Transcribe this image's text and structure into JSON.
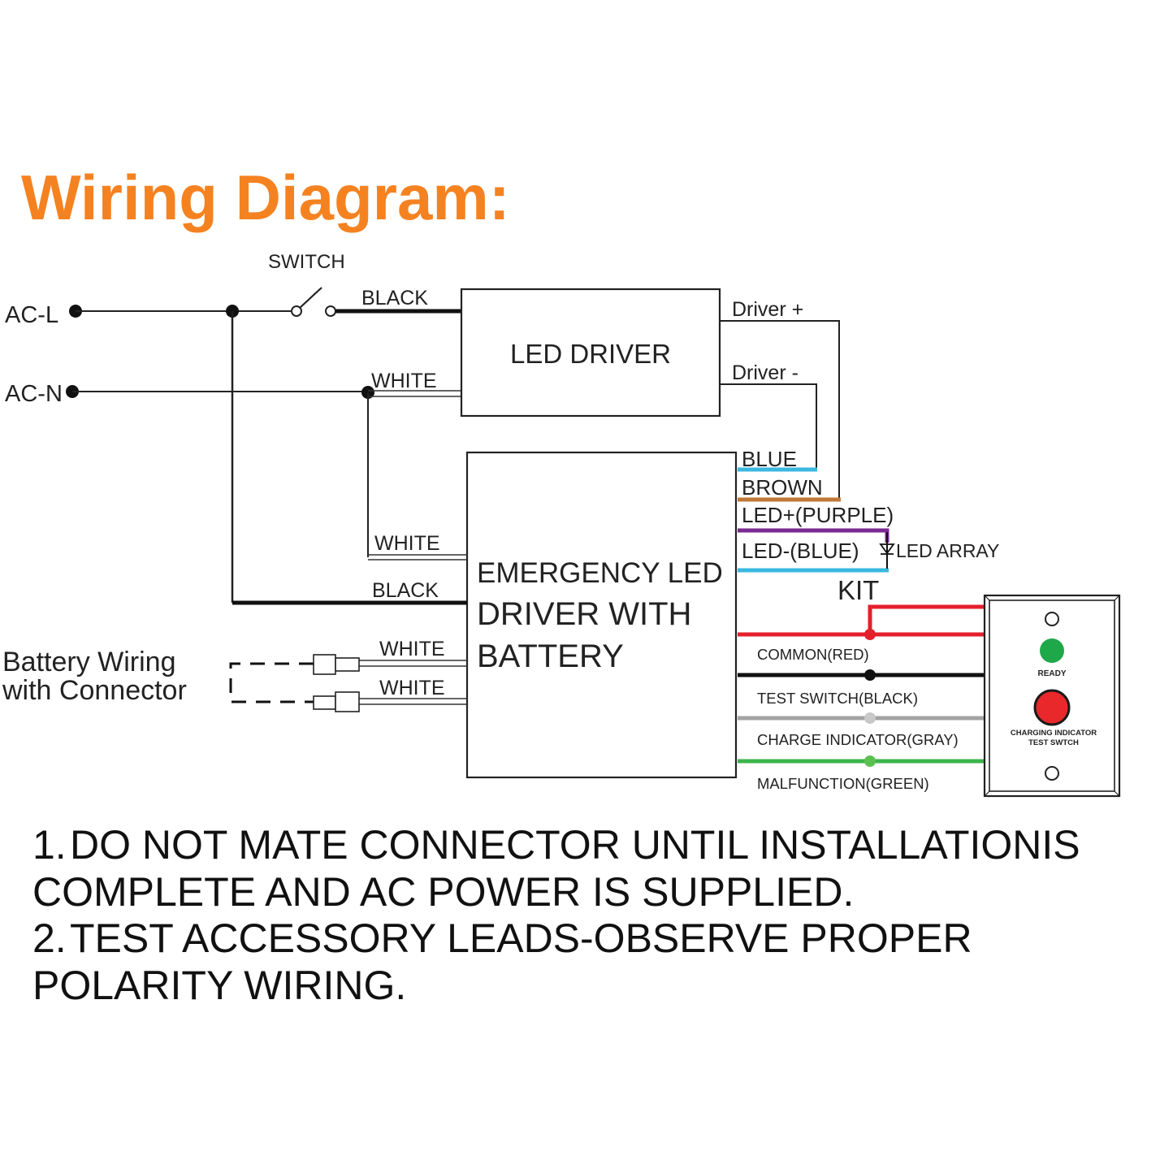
{
  "title": "Wiring Diagram:",
  "colors": {
    "title": "#F58220",
    "wire_black": "#111111",
    "wire_blue": "#3BB8E0",
    "wire_brown": "#C07838",
    "wire_purple": "#7A2A90",
    "wire_red": "#E4202C",
    "wire_gray": "#A3A3A3",
    "wire_green": "#3CB54A",
    "led_ready": "#1FA84A",
    "led_test": "#E8282A"
  },
  "inputs": {
    "ac_l": "AC-L",
    "ac_n": "AC-N",
    "switch": "SWITCH"
  },
  "led_driver": {
    "label": "LED DRIVER",
    "in_black": "BLACK",
    "in_white": "WHITE",
    "out_plus": "Driver +",
    "out_minus": "Driver -"
  },
  "emergency": {
    "line1": "EMERGENCY LED",
    "line2": "DRIVER WITH",
    "line3": "BATTERY",
    "in_white": "WHITE",
    "in_black": "BLACK",
    "batt_white_1": "WHITE",
    "batt_white_2": "WHITE"
  },
  "battery": {
    "line1": "Battery Wiring",
    "line2": "with Connector"
  },
  "outputs": {
    "blue": "BLUE",
    "brown": "BROWN",
    "led_plus": "LED+(PURPLE)",
    "led_minus": "LED-(BLUE)",
    "led_array": "LED ARRAY",
    "kit": "KIT"
  },
  "test_leads": {
    "common": "COMMON(RED)",
    "test_switch": "TEST SWITCH(BLACK)",
    "charge_indicator": "CHARGE INDICATOR(GRAY)",
    "malfunction": "MALFUNCTION(GREEN)"
  },
  "panel": {
    "ready": "READY",
    "charging_line1": "CHARGING INDICATOR",
    "charging_line2": "TEST SWTCH"
  },
  "notes": [
    {
      "num": "1.",
      "line1": "DO NOT MATE CONNECTOR UNTIL INSTALLATIONIS",
      "line2": "COMPLETE AND AC POWER IS SUPPLIED."
    },
    {
      "num": "2.",
      "line1": "TEST ACCESSORY LEADS-OBSERVE PROPER",
      "line2": "POLARITY WIRING."
    }
  ]
}
